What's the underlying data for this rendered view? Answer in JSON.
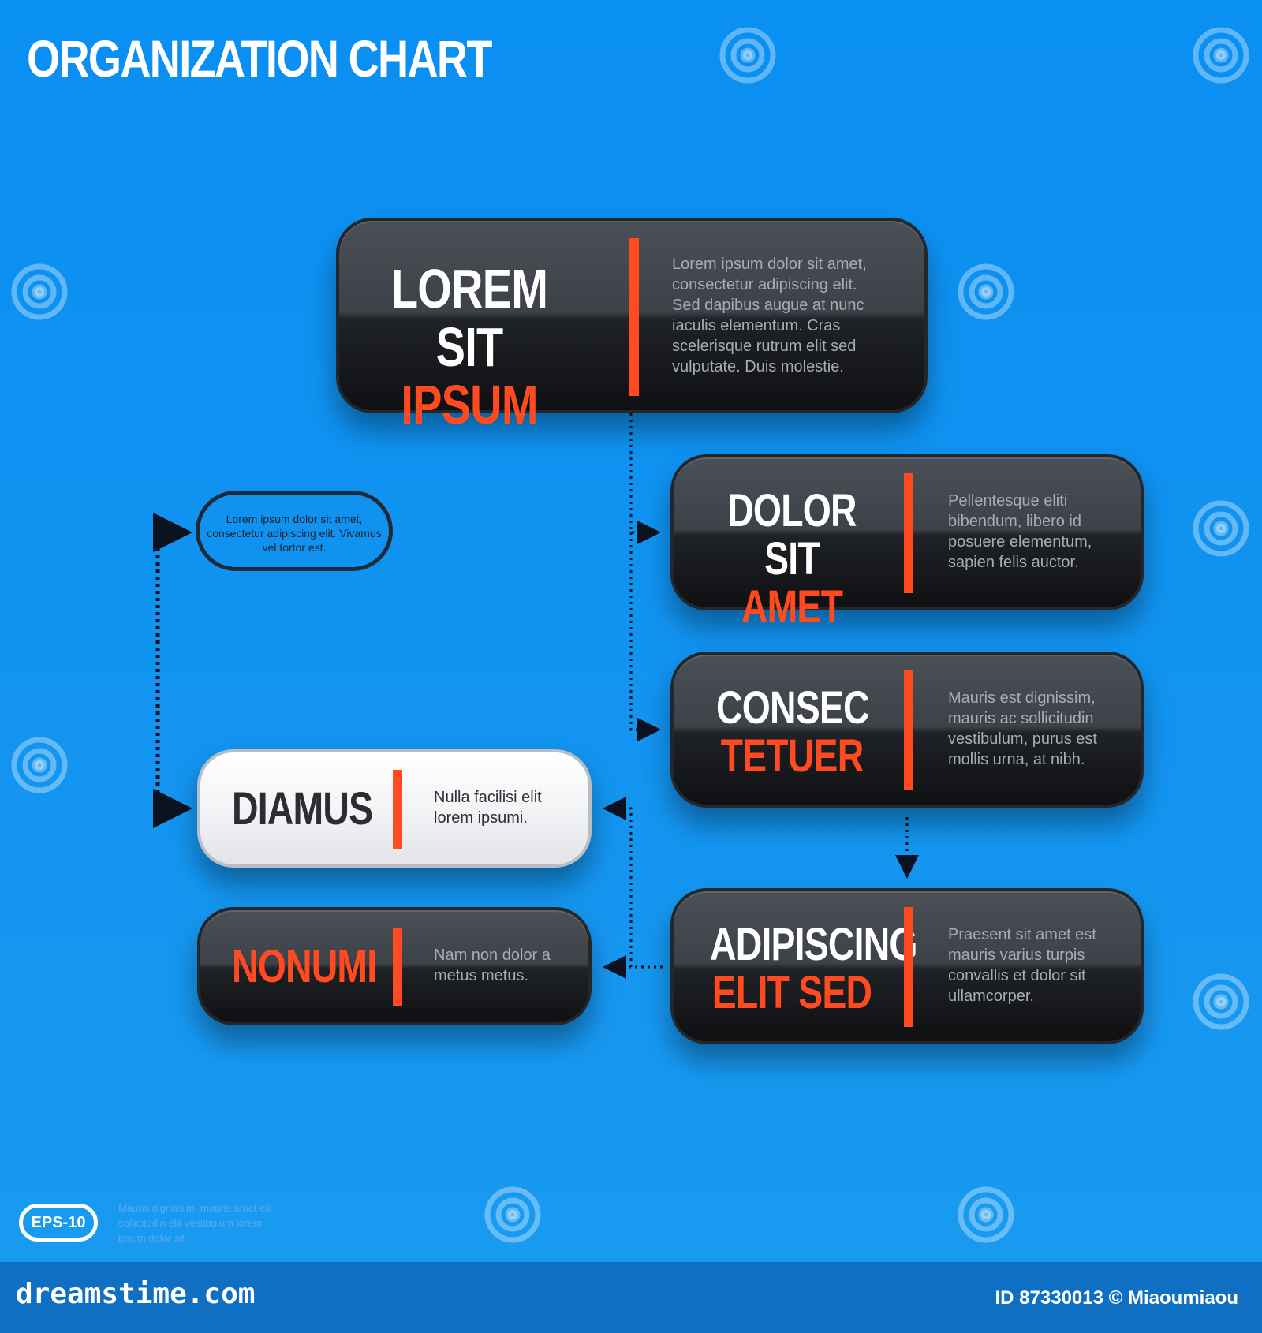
{
  "title": "ORGANIZATION CHART",
  "nodes": {
    "top": {
      "line1": "LOREM SIT",
      "line2": "IPSUM",
      "description": "Lorem ipsum dolor sit amet, consectetur adipiscing elit. Sed dapibus augue at nunc iaculis elementum. Cras scelerisque rutrum elit sed vulputate. Duis molestie."
    },
    "dolor": {
      "line1": "DOLOR SIT",
      "line2": "AMET",
      "description": "Pellentesque eliti bibendum, libero id posuere elementum, sapien felis auctor."
    },
    "consec": {
      "line1": "CONSEC",
      "line2": "TETUER",
      "description": "Mauris est dignissim, mauris ac sollicitudin vestibulum, purus est mollis urna, at nibh."
    },
    "adipiscing": {
      "line1": "ADIPISCING",
      "line2": "ELIT SED",
      "description": "Praesent sit amet est mauris varius turpis convallis et dolor sit ullamcorper."
    },
    "diamus": {
      "line1": "DIAMUS",
      "description": "Nulla facilisi elit lorem ipsumi."
    },
    "nonumi": {
      "line1": "NONUMI",
      "description": "Nam non dolor a metus metus."
    }
  },
  "note": "Lorem ipsum dolor sit amet, consectetur adipiscing elit. Vivamus vel tortor est.",
  "badge": "EPS-10",
  "badge_text": "Mauris dignissim, mauris amet elit sollicitudin elit vestibulum lorem ipsum dolor sit",
  "footer": {
    "brand": "dreamstime.com",
    "credit": "ID 87330013 © Miaoumiaou"
  },
  "colors": {
    "background": "#0a8ff2",
    "accent": "#ff4b1f",
    "box_dark": "#1f2226",
    "box_light": "#f3f4f6"
  }
}
